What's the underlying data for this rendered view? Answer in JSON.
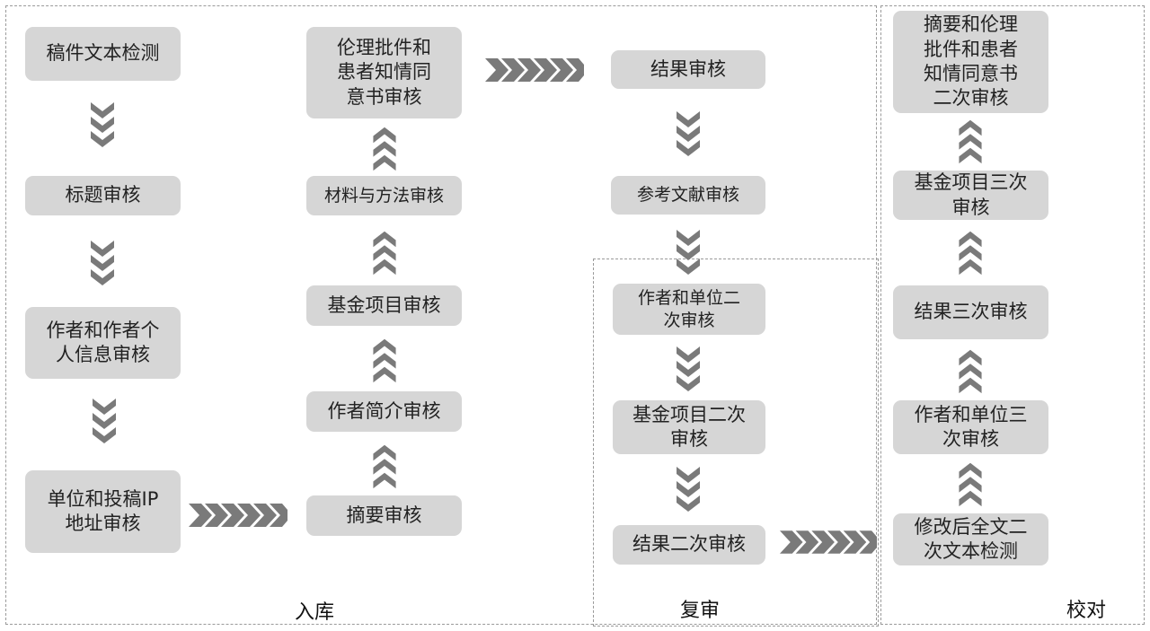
{
  "stages": {
    "ruku": "入库",
    "fushen": "复审",
    "jiaodui": "校对"
  },
  "boxes": {
    "b1": "稿件文本检测",
    "b2": "标题审核",
    "b3": "作者和作者个\n人信息审核",
    "b4": "单位和投稿IP\n地址审核",
    "b5": "摘要审核",
    "b6": "作者简介审核",
    "b7": "基金项目审核",
    "b8": "材料与方法审核",
    "b9": "伦理批件和\n患者知情同\n意书审核",
    "b10": "结果审核",
    "b11": "参考文献审核",
    "b12": "作者和单位二\n次审核",
    "b13": "基金项目二次\n审核",
    "b14": "结果二次审核",
    "b15": "修改后全文二\n次文本检测",
    "b16": "作者和单位三\n次审核",
    "b17": "结果三次审核",
    "b18": "基金项目三次\n审核",
    "b19": "摘要和伦理\n批件和患者\n知情同意书\n二次审核"
  },
  "colors": {
    "box_fill": "#d6d6d6",
    "arrow": "#7a7a7a",
    "region_border": "#9a9a9a"
  }
}
